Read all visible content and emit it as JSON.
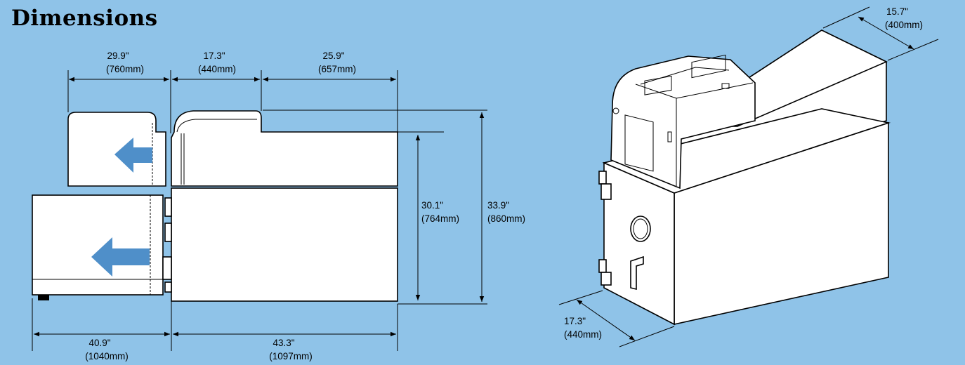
{
  "page_title": "Dimensions",
  "colors": {
    "background": "#8fc3e8",
    "arrow": "#4f8fc9"
  },
  "side_view": {
    "width_top_left": {
      "inch": "29.9\"",
      "mm": "(760mm)"
    },
    "width_top_mid": {
      "inch": "17.3\"",
      "mm": "(440mm)"
    },
    "width_top_right": {
      "inch": "25.9\"",
      "mm": "(657mm)"
    },
    "height_body": {
      "inch": "30.1\"",
      "mm": "(764mm)"
    },
    "height_total": {
      "inch": "33.9\"",
      "mm": "(860mm)"
    },
    "width_bottom_left": {
      "inch": "40.9\"",
      "mm": "(1040mm)"
    },
    "width_bottom_right": {
      "inch": "43.3\"",
      "mm": "(1097mm)"
    }
  },
  "iso_view": {
    "depth_top": {
      "inch": "15.7\"",
      "mm": "(400mm)"
    },
    "width_bottom": {
      "inch": "17.3\"",
      "mm": "(440mm)"
    }
  }
}
